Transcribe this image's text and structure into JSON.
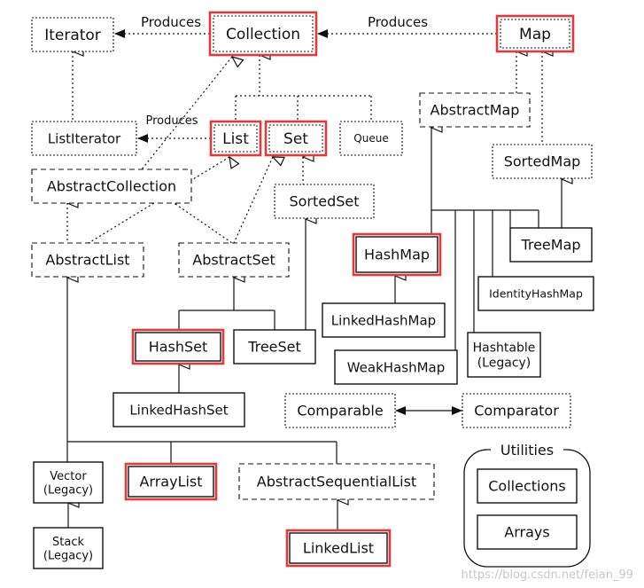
{
  "nodes": [
    {
      "id": "iterator",
      "label": "Iterator",
      "style": "interface"
    },
    {
      "id": "collection",
      "label": "Collection",
      "style": "interface",
      "highlight": true
    },
    {
      "id": "map",
      "label": "Map",
      "style": "interface",
      "highlight": true
    },
    {
      "id": "listiterator",
      "label": "ListIterator",
      "style": "interface"
    },
    {
      "id": "list",
      "label": "List",
      "style": "interface",
      "highlight": true
    },
    {
      "id": "set",
      "label": "Set",
      "style": "interface",
      "highlight": true
    },
    {
      "id": "queue",
      "label": "Queue",
      "style": "interface"
    },
    {
      "id": "abstractmap",
      "label": "AbstractMap",
      "style": "abstract"
    },
    {
      "id": "sortedmap",
      "label": "SortedMap",
      "style": "interface"
    },
    {
      "id": "abstractcollection",
      "label": "AbstractCollection",
      "style": "abstract"
    },
    {
      "id": "sortedset",
      "label": "SortedSet",
      "style": "interface"
    },
    {
      "id": "abstractlist",
      "label": "AbstractList",
      "style": "abstract"
    },
    {
      "id": "abstractset",
      "label": "AbstractSet",
      "style": "abstract"
    },
    {
      "id": "hashmap",
      "label": "HashMap",
      "style": "concrete",
      "highlight": true
    },
    {
      "id": "treemap",
      "label": "TreeMap",
      "style": "concrete"
    },
    {
      "id": "identityhashmap",
      "label": "IdentityHashMap",
      "style": "concrete"
    },
    {
      "id": "linkedhashmap",
      "label": "LinkedHashMap",
      "style": "concrete"
    },
    {
      "id": "hashset",
      "label": "HashSet",
      "style": "concrete",
      "highlight": true
    },
    {
      "id": "treeset",
      "label": "TreeSet",
      "style": "concrete"
    },
    {
      "id": "hashtable",
      "label": "Hashtable\n(Legacy)",
      "style": "concrete"
    },
    {
      "id": "weakhashmap",
      "label": "WeakHashMap",
      "style": "concrete"
    },
    {
      "id": "linkedhashset",
      "label": "LinkedHashSet",
      "style": "concrete"
    },
    {
      "id": "comparable",
      "label": "Comparable",
      "style": "interface"
    },
    {
      "id": "comparator",
      "label": "Comparator",
      "style": "interface"
    },
    {
      "id": "vector",
      "label": "Vector\n(Legacy)",
      "style": "concrete"
    },
    {
      "id": "arraylist",
      "label": "ArrayList",
      "style": "concrete",
      "highlight": true
    },
    {
      "id": "abstractsequentiallist",
      "label": "AbstractSequentialList",
      "style": "abstract"
    },
    {
      "id": "stack",
      "label": "Stack\n(Legacy)",
      "style": "concrete"
    },
    {
      "id": "linkedlist",
      "label": "LinkedList",
      "style": "concrete",
      "highlight": true
    },
    {
      "id": "collections",
      "label": "Collections",
      "style": "concrete"
    },
    {
      "id": "arrays",
      "label": "Arrays",
      "style": "concrete"
    }
  ],
  "produces_labels": [
    "Produces",
    "Produces",
    "Produces"
  ],
  "utilities_title": "Utilities",
  "watermark": "https://blog.csdn.net/feian_99",
  "colors": {
    "highlight": "#e03a3e",
    "line": "#111111",
    "watermark": "#c8c8c8"
  }
}
